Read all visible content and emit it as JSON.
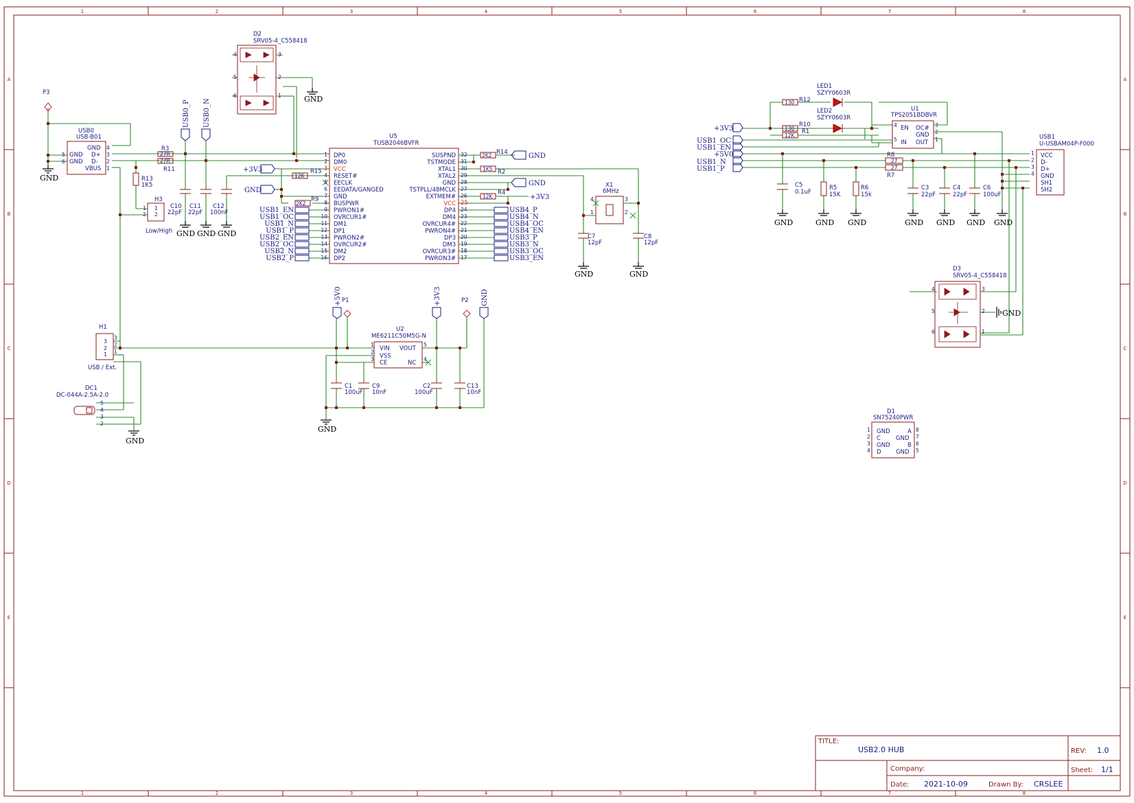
{
  "frame": {
    "cols": [
      "1",
      "2",
      "3",
      "4",
      "5",
      "6",
      "7",
      "8"
    ],
    "rows": [
      "A",
      "B",
      "C",
      "D",
      "E"
    ]
  },
  "title_block": {
    "title_label": "TITLE:",
    "title": "USB2.0 HUB",
    "rev_label": "REV:",
    "rev": "1.0",
    "company_label": "Company:",
    "sheet_label": "Sheet:",
    "sheet": "1/1",
    "date_label": "Date:",
    "date": "2021-10-09",
    "drawn_label": "Drawn By:",
    "drawn": "CRSLEE"
  },
  "parts": {
    "d2_ref": "D2",
    "d2_val": "SRV05-4_C558418",
    "d3_ref": "D3",
    "d3_val": "SRV05-4_C558418",
    "p3": "P3",
    "usb0_ref": "USB0",
    "usb0_val": "USB-B01",
    "usb0_pins": [
      "GND",
      "D+",
      "D-",
      "VBUS",
      "GND",
      "GND"
    ],
    "r3": "R3",
    "r11": "R11",
    "r3v": "27R",
    "r11v": "27R",
    "r13": "R13",
    "r13v": "1K5",
    "h3": "H3",
    "h3_sub": "Low/High",
    "c10": "C10",
    "c10v": "22pF",
    "c11": "C11",
    "c11v": "22pF",
    "c12": "C12",
    "c12v": "100nF",
    "u5_ref": "U5",
    "u5_val": "TUSB2046BVFR",
    "u5_left": [
      "DP0",
      "DM0",
      "VCC",
      "RESET#",
      "EECLK",
      "EEDATA/GANGED",
      "GND",
      "BUSPWR",
      "PWRON1#",
      "OVRCUR1#",
      "DM1",
      "DP1",
      "PWRON2#",
      "OVRCUR2#",
      "DM2",
      "DP2"
    ],
    "u5_left_nums": [
      "1",
      "2",
      "3",
      "4",
      "5",
      "6",
      "7",
      "8",
      "9",
      "10",
      "11",
      "12",
      "13",
      "14",
      "15",
      "16"
    ],
    "u5_right": [
      "SUSPND",
      "TSTMODE",
      "XTAL1",
      "XTAL2",
      "GND",
      "TSTPLL/48MCLK",
      "EXTMEM#",
      "VCC",
      "DP4",
      "DM4",
      "OVRCUR4#",
      "PWRON4#",
      "DP3",
      "DM3",
      "OVRCUR3#",
      "PWRON3#"
    ],
    "u5_right_nums": [
      "32",
      "31",
      "30",
      "29",
      "28",
      "27",
      "26",
      "25",
      "24",
      "23",
      "22",
      "21",
      "20",
      "19",
      "18",
      "17"
    ],
    "u5_left_nets": [
      "USB1_EN",
      "USB1_OC",
      "USB1_N",
      "USB1_P",
      "USB2_EN",
      "USB2_OC",
      "USB2_N",
      "USB2_P"
    ],
    "u5_right_nets": [
      "USB4_P",
      "USB4_N",
      "USB4_OC",
      "USB4_EN",
      "USB3_P",
      "USB3_N",
      "USB3_OC",
      "USB3_EN"
    ],
    "r14": "R14",
    "r14v": "2K2",
    "r2": "R2",
    "r2v": "1K5",
    "r4": "R4",
    "r4v": "12K",
    "r15": "R15",
    "r15v": "12K",
    "r9": "R9",
    "r9v": "2K2",
    "x1": "X1",
    "x1v": "6MHz",
    "c7": "C7",
    "c7v": "12pF",
    "c8": "C8",
    "c8v": "12pF",
    "h1": "H1",
    "h1_sub": "USB / Ext.",
    "dc1": "DC1",
    "dc1v": "DC-044A-2.5A-2.0",
    "p1": "P1",
    "p2": "P2",
    "u2": "U2",
    "u2v": "ME6211C50M5G-N",
    "u2_pins": [
      "VIN",
      "VSS",
      "CE",
      "VOUT",
      "NC"
    ],
    "c1": "C1",
    "c1v": "100uF",
    "c9": "C9",
    "c9v": "10nF",
    "c2": "C2",
    "c2v": "100uF",
    "c13": "C13",
    "c13v": "10nF",
    "led1": "LED1",
    "led1v": "SZYY0603R",
    "led2": "LED2",
    "led2v": "SZYY0603R",
    "r12": "R12",
    "r12v": "130",
    "r10": "R10",
    "r10v": "130",
    "r1": "R1",
    "r1v": "12K",
    "u1": "U1",
    "u1v": "TPS2051BDBVR",
    "u1_pins": [
      "EN",
      "IN",
      "OC#",
      "GND",
      "OUT"
    ],
    "usb1": "USB1",
    "usb1v": "U-USBAM04P-F000",
    "usb1_pins": [
      "VCC",
      "D-",
      "D+",
      "GND",
      "SH1",
      "SH2"
    ],
    "r8": "R8",
    "r7": "R7",
    "r8v": "27",
    "r7v": "27",
    "c5": "C5",
    "c5v": "0.1uF",
    "r5": "R5",
    "r5v": "15K",
    "r6": "R6",
    "r6v": "15k",
    "c3": "C3",
    "c3v": "22pF",
    "c4": "C4",
    "c4v": "22pF",
    "c6": "C6",
    "c6v": "100uF",
    "usb1_nets": [
      "USB1_OC",
      "USB1_EN",
      "+5V0",
      "USB1_N",
      "USB1_P"
    ],
    "d1": "D1",
    "d1v": "SN75240PWR",
    "d1_left": [
      "GND",
      "C",
      "GND",
      "D"
    ],
    "d1_right": [
      "A",
      "GND",
      "B",
      "GND"
    ]
  },
  "nets": {
    "gnd": "GND",
    "v33": "+3V3",
    "v5": "+5V0",
    "usb0p": "USB0_P",
    "usb0n": "USB0_N"
  }
}
